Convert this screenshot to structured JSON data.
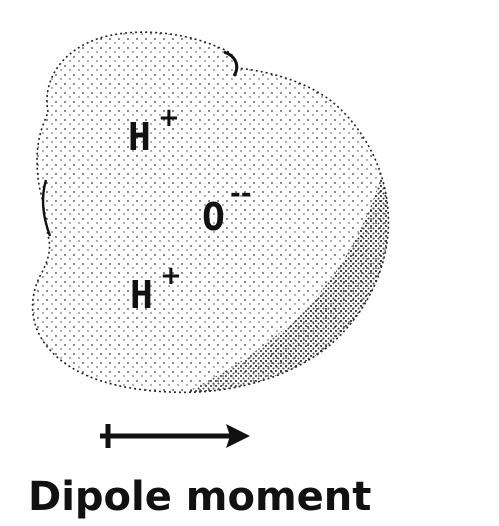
{
  "atoms": [
    {
      "symbol": "H",
      "charge": "+"
    },
    {
      "symbol": "O",
      "charge": "--"
    },
    {
      "symbol": "H",
      "charge": "+"
    }
  ],
  "caption": "Dipole moment",
  "colors": {
    "ink": "#111111",
    "background": "#ffffff",
    "stipple": "#3a3a3a"
  }
}
